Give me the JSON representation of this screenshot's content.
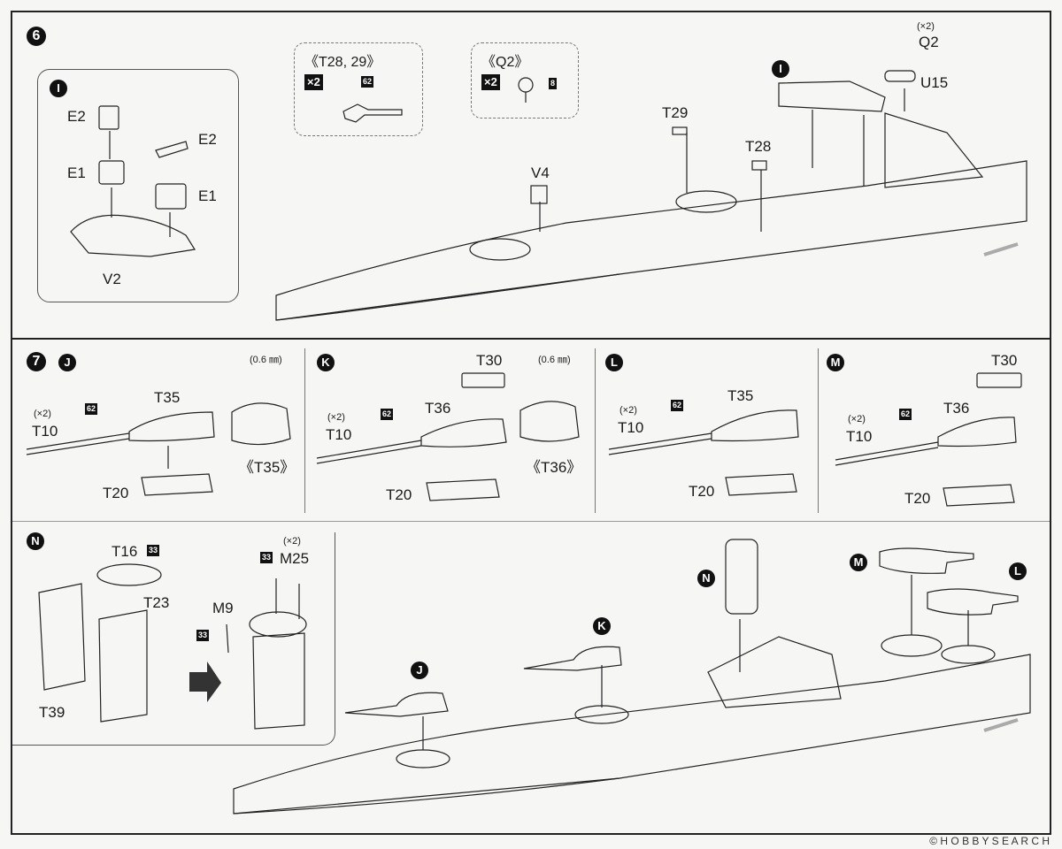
{
  "step6": {
    "number": "6",
    "inset_I": {
      "marker": "I",
      "labels": [
        "E2",
        "E1",
        "E2",
        "E1",
        "V2"
      ]
    },
    "box_T": {
      "title": "《T28, 29》",
      "qty": "×2",
      "paint": "62"
    },
    "box_Q": {
      "title": "《Q2》",
      "qty": "×2",
      "paint": "8"
    },
    "ship": {
      "marker": "I",
      "q2_qty": "(×2)",
      "labels": [
        "Q2",
        "U15",
        "T29",
        "T28",
        "V4"
      ]
    }
  },
  "step7": {
    "number": "7",
    "J": {
      "marker": "J",
      "qty": "(×2)",
      "paint": "62",
      "labels": [
        "T10",
        "T35",
        "T20"
      ],
      "drill": "(0.6 ㎜)",
      "detail": "《T35》"
    },
    "K": {
      "marker": "K",
      "qty": "(×2)",
      "paint": "62",
      "labels": [
        "T10",
        "T36",
        "T30",
        "T20"
      ],
      "drill": "(0.6 ㎜)",
      "detail": "《T36》"
    },
    "L": {
      "marker": "L",
      "qty": "(×2)",
      "paint": "62",
      "labels": [
        "T10",
        "T35",
        "T20"
      ]
    },
    "M": {
      "marker": "M",
      "qty": "(×2)",
      "paint": "62",
      "labels": [
        "T10",
        "T36",
        "T30",
        "T20"
      ]
    },
    "N": {
      "marker": "N",
      "paint": "33",
      "qty": "(×2)",
      "labels": [
        "T16",
        "T23",
        "T39",
        "M9",
        "M25"
      ]
    },
    "ship": {
      "markers": [
        "J",
        "K",
        "N",
        "M",
        "L"
      ]
    }
  },
  "footer": "© H O B B Y  S E A R C H"
}
